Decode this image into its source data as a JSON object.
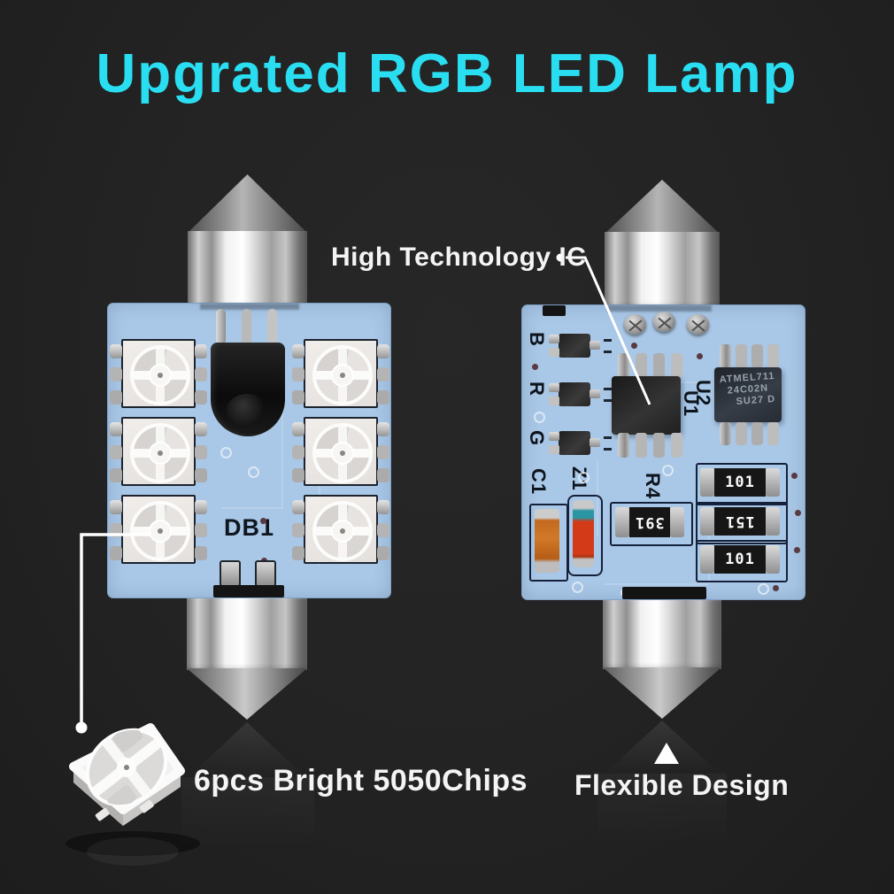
{
  "title": {
    "text": "Upgrated RGB LED Lamp",
    "color": "#2ADEF2"
  },
  "background_color": "#242424",
  "callouts": {
    "ic_label": "High Technology IC",
    "chips_caption": "6pcs Bright 5050Chips",
    "flexible_caption": "Flexible Design"
  },
  "front_board": {
    "designator": "DB1",
    "led_chip_count": 6
  },
  "back_board": {
    "channel_labels": [
      "B",
      "R",
      "G"
    ],
    "component_labels": {
      "capacitor": "C1",
      "zener": "Z1",
      "driver_ic": "U1",
      "eeprom": "U2",
      "resistor": "R4"
    },
    "eeprom_marking": [
      "ATMEL711",
      "24C02N",
      "SU27 D"
    ],
    "resistor_values": {
      "r4": "391",
      "right_top": "101",
      "right_mid": "151",
      "right_bottom": "101"
    }
  },
  "colors": {
    "accent_cyan": "#2ADEF2",
    "pcb_blue": "#A9C7E6",
    "text_white": "#FFFFFF",
    "background": "#242424"
  }
}
